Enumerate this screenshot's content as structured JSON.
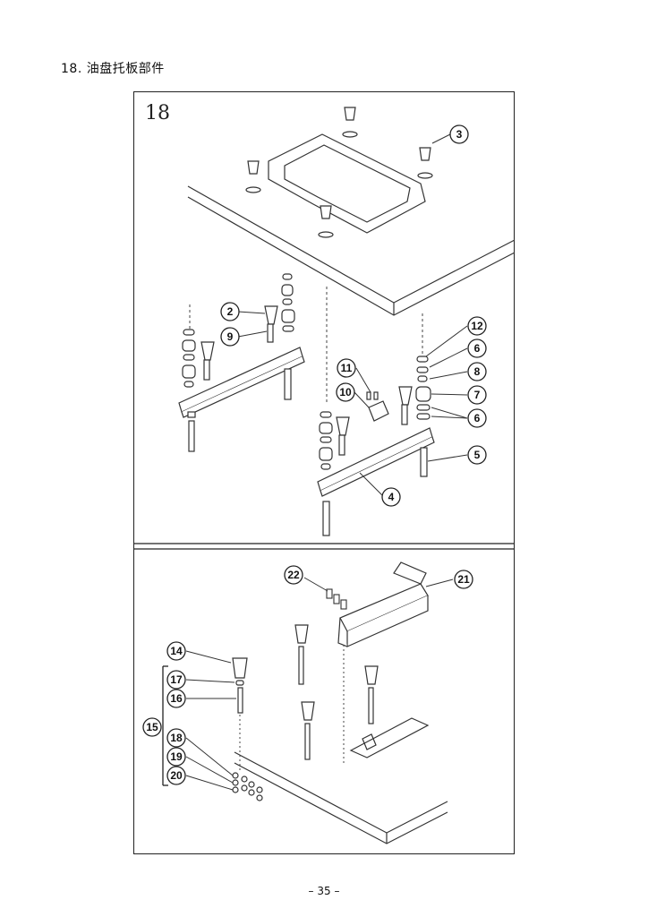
{
  "header": {
    "title": "18. 油盘托板部件"
  },
  "figure": {
    "number": "18",
    "callouts": [
      "3",
      "2",
      "9",
      "12",
      "6",
      "8",
      "11",
      "7",
      "10",
      "6",
      "5",
      "4",
      "22",
      "21",
      "14",
      "17",
      "16",
      "15",
      "18",
      "19",
      "20"
    ]
  },
  "footer": {
    "page_number": "– 35 –"
  }
}
